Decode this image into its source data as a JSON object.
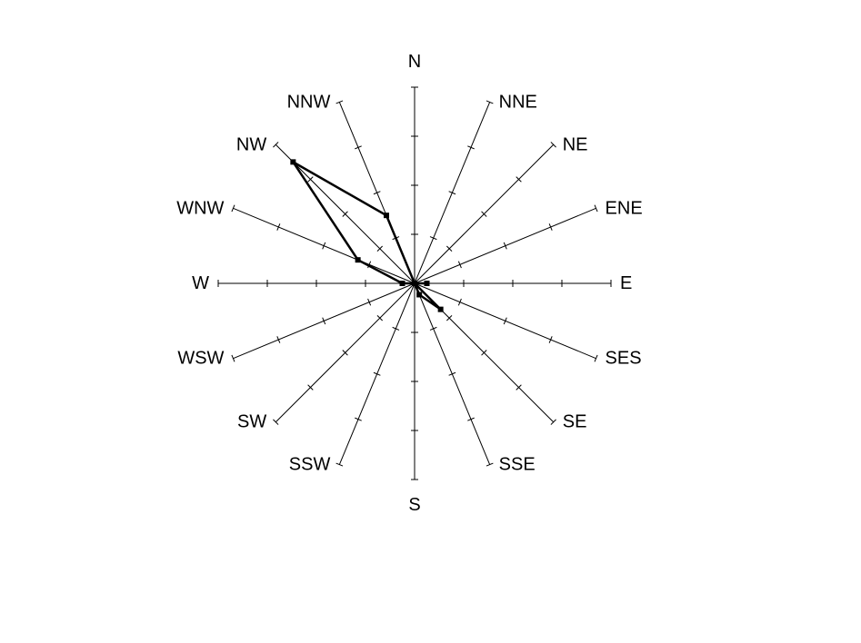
{
  "chart_data": {
    "type": "radar",
    "title": "",
    "directions": [
      "N",
      "NNE",
      "NE",
      "ENE",
      "E",
      "SES",
      "SE",
      "SSE",
      "S",
      "SSW",
      "SW",
      "WSW",
      "W",
      "WNW",
      "NW",
      "NNW"
    ],
    "ticks_per_axis": 4,
    "range": [
      0,
      4
    ],
    "series": [
      {
        "values": [
          0,
          0,
          0,
          0,
          0.25,
          0,
          0.75,
          0.25,
          0,
          0,
          0,
          0,
          0.25,
          1.25,
          3.5,
          1.5
        ]
      }
    ],
    "grid": false,
    "legend": "none",
    "colors": {
      "axis": "#000000",
      "series": "#000000",
      "background": "#ffffff"
    }
  }
}
